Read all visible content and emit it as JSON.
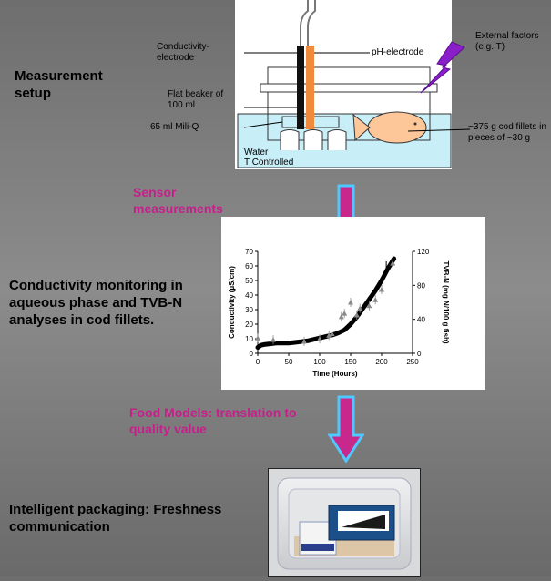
{
  "labels": {
    "setup": "Measurement setup",
    "monitoring": "Conductivity monitoring in aqueous phase and TVB-N analyses in cod fillets.",
    "packaging": "Intelligent packaging: Freshness communication"
  },
  "steps": {
    "sensor": "Sensor measurements",
    "food_models": "Food Models: translation to quality value"
  },
  "setup_diagram": {
    "conductivity_electrode": "Conductivity-electrode",
    "ph_electrode": "pH-electrode",
    "external_factors": "External factors (e.g. T)",
    "flat_beaker": "Flat beaker of 100 ml",
    "milli_q": "65 ml Mili-Q",
    "cod": "~375 g cod fillets in pieces of ~30 g",
    "water": "Water",
    "t_controlled": "T Controlled"
  },
  "colors": {
    "arrow": "#c8288c",
    "arrow_outline": "#4fc8ff",
    "ph_electrode": "#f08a3c",
    "water": "#c8eef8",
    "fish": "#fdc79a",
    "lightning": "#8a1ec8"
  },
  "chart_data": {
    "type": "scatter",
    "xlabel": "Time (Hours)",
    "ylabel": "Conductivity (µS/cm)",
    "y2label": "TVB-N (mg N/100 g fish)",
    "xlim": [
      0,
      250
    ],
    "ylim": [
      0,
      70
    ],
    "y2lim": [
      0,
      120
    ],
    "x_ticks": [
      "0",
      "50",
      "100",
      "150",
      "200",
      "250"
    ],
    "y_ticks": [
      "0",
      "10",
      "20",
      "30",
      "40",
      "50",
      "60",
      "70"
    ],
    "y2_ticks": [
      "0",
      "40",
      "80",
      "120"
    ],
    "series": [
      {
        "axis": "left",
        "x": [
          0,
          5,
          10,
          20,
          30,
          40,
          50,
          60,
          70,
          80,
          90,
          100,
          110,
          120,
          130,
          140,
          150,
          160,
          170,
          180,
          190,
          200,
          210,
          220
        ],
        "y": [
          4,
          5.5,
          6,
          6.5,
          7,
          7,
          7,
          7.5,
          8,
          8.5,
          9.5,
          10.5,
          11.5,
          12.5,
          14,
          16,
          20,
          25,
          31,
          37,
          43,
          50,
          58,
          65
        ]
      },
      {
        "axis": "right",
        "x": [
          0,
          25,
          75,
          100,
          115,
          120,
          135,
          140,
          150,
          160,
          165,
          180,
          190,
          200,
          218
        ],
        "y": [
          18,
          16,
          14,
          17,
          21,
          23,
          43,
          47,
          60,
          45,
          53,
          56,
          63,
          75,
          106
        ]
      }
    ]
  }
}
